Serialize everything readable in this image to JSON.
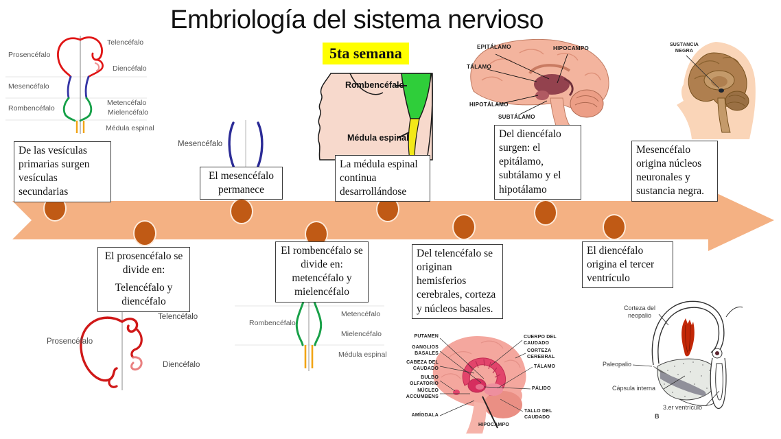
{
  "title": "Embriología del sistema nervioso",
  "week_badge": "5ta semana",
  "colors": {
    "arrow_band": "#F4B183",
    "timeline_dot": "#C05A15",
    "week_highlight": "#FFFF00"
  },
  "timeline": {
    "above": [
      {
        "text": "De las vesículas primarias surgen vesículas secundarias"
      },
      {
        "text": "El mesencéfalo permanece"
      },
      {
        "text": "La médula espinal continua desarrollándose"
      },
      {
        "text": "Del diencéfalo surgen: el epitálamo, subtálamo y el hipotálamo"
      },
      {
        "text": "Mesencéfalo origina núcleos neuronales y sustancia negra."
      }
    ],
    "below": [
      {
        "line1": "El prosencéfalo se divide en:",
        "line2": "Telencéfalo y diencéfalo"
      },
      {
        "text": "El rombencéfalo se divide en: metencéfalo y mielencéfalo"
      },
      {
        "text": "Del telencéfalo se originan hemisferios cerebrales, corteza y núcleos basales."
      },
      {
        "text": "El diencéfalo origina el tercer ventrículo"
      }
    ]
  },
  "illustrations": {
    "neural_tube": {
      "left_labels": [
        "Prosencéfalo",
        "Mesencéfalo",
        "Rombencéfalo"
      ],
      "right_labels": [
        "Telencéfalo",
        "Diencéfalo",
        "Metencéfalo",
        "Mielencéfalo",
        "Médula espinal"
      ]
    },
    "mesencephalon_sketch": {
      "label": "Mesencéfalo"
    },
    "week5_embryo": {
      "labels": [
        "Rombencéfalo",
        "Médula espinal"
      ]
    },
    "diencephalon_brain": {
      "labels": [
        "EPITÁLAMO",
        "HIPOCAMPO",
        "TÁLAMO",
        "HIPOTÁLAMO",
        "SUBTÁLAMO"
      ]
    },
    "substantia_head": {
      "label": "SUSTANCIA NEGRA"
    },
    "prosencephalon_sketch": {
      "left_label": "Prosencéfalo",
      "right_labels": [
        "Telencéfalo",
        "Diencéfalo"
      ]
    },
    "rhombencephalon_sketch": {
      "left_label": "Rombencéfalo",
      "right_labels": [
        "Metencéfalo",
        "Mielencéfalo",
        "Médula espinal"
      ]
    },
    "basal_ganglia_brain": {
      "left_labels": [
        "PUTAMEN",
        "GANGLIOS BASALES",
        "CABEZA DEL CAUDADO",
        "BULBO OLFATORIO",
        "NÚCLEO ACCUMBENS",
        "AMÍGDALA"
      ],
      "right_labels": [
        "CUERPO DEL CAUDADO",
        "CORTEZA CEREBRAL",
        "TÁLAMO",
        "PÁLIDO",
        "TALLO DEL CAUDADO"
      ],
      "bottom_label": "HIPOCAMPO"
    },
    "coronal_section": {
      "labels": [
        "Corteza del neopalio",
        "Paleopalio",
        "Cápsula interna",
        "3.er ventrículo"
      ],
      "figure_letter": "B"
    }
  }
}
